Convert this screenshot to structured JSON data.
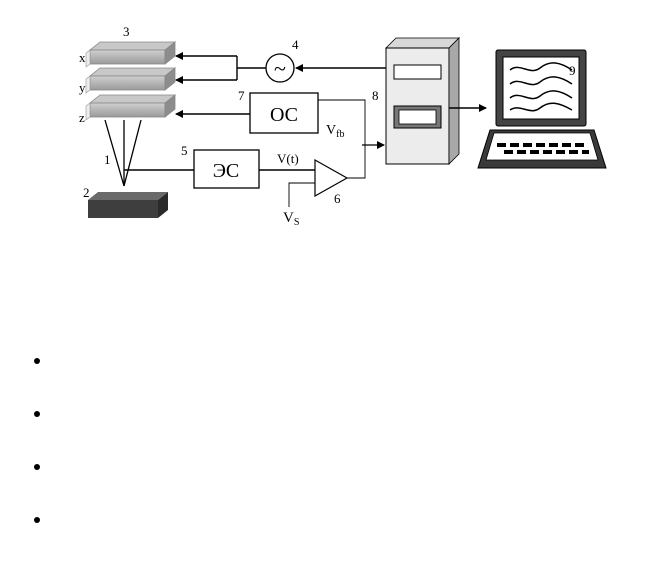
{
  "diagram": {
    "scanner_axes": [
      "x",
      "y",
      "z"
    ],
    "numbers": {
      "probe": "1",
      "sample": "2",
      "scanner": "3",
      "generator": "4",
      "electronic_system": "5",
      "comparator": "6",
      "feedback": "7",
      "controller": "8",
      "computer": "9"
    },
    "blocks": {
      "feedback_label": "ОС",
      "electronic_label": "ЭС",
      "generator_symbol": "~"
    },
    "signals": {
      "feedback_signal": "V",
      "feedback_signal_sub": "fb",
      "signal_vt": "V(t)",
      "setpoint": "V",
      "setpoint_sub": "S"
    }
  },
  "bullets": [
    "",
    "",
    "",
    ""
  ]
}
